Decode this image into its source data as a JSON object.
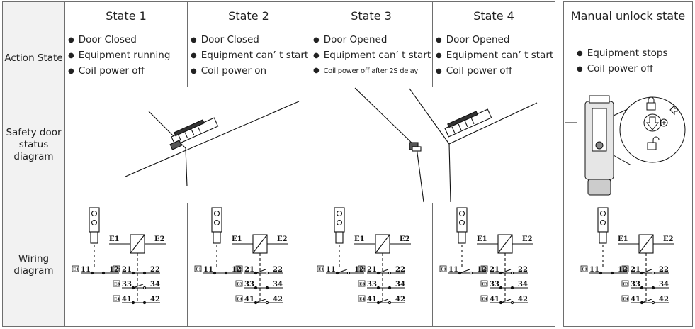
{
  "headers": {
    "state1": "State 1",
    "state2": "State 2",
    "state3": "State 3",
    "state4": "State 4",
    "manual": "Manual unlock state"
  },
  "rows": {
    "action": "Action State",
    "diagram_line1": "Safety door",
    "diagram_line2": "status",
    "diagram_line3": "diagram",
    "wiring_line1": "Wiring",
    "wiring_line2": "diagram"
  },
  "actions": {
    "state1": [
      "Door Closed",
      "Equipment running",
      "Coil power off"
    ],
    "state2": [
      "Door Closed",
      "Equipment can’ t start",
      "Coil power on"
    ],
    "state3": [
      "Door Opened",
      "Equipment can’ t start",
      "Coil power off after 2S delay"
    ],
    "state4": [
      "Door Opened",
      "Equipment can’ t start",
      "Coil power off"
    ],
    "manual": [
      "Equipment stops",
      "Coil power off"
    ]
  },
  "wiring": {
    "coil_left": "E1",
    "coil_right": "E2",
    "c11": "11",
    "c12": "12",
    "c21": "21",
    "c22": "22",
    "c33": "33",
    "c34": "34",
    "c41": "41",
    "c42": "42",
    "tag1": "E1",
    "tag2": "E2",
    "tag3": "E3",
    "tag4": "E4"
  },
  "colors": {
    "border": "#6e6e6e",
    "shade": "#f2f2f2",
    "line": "#111111"
  }
}
